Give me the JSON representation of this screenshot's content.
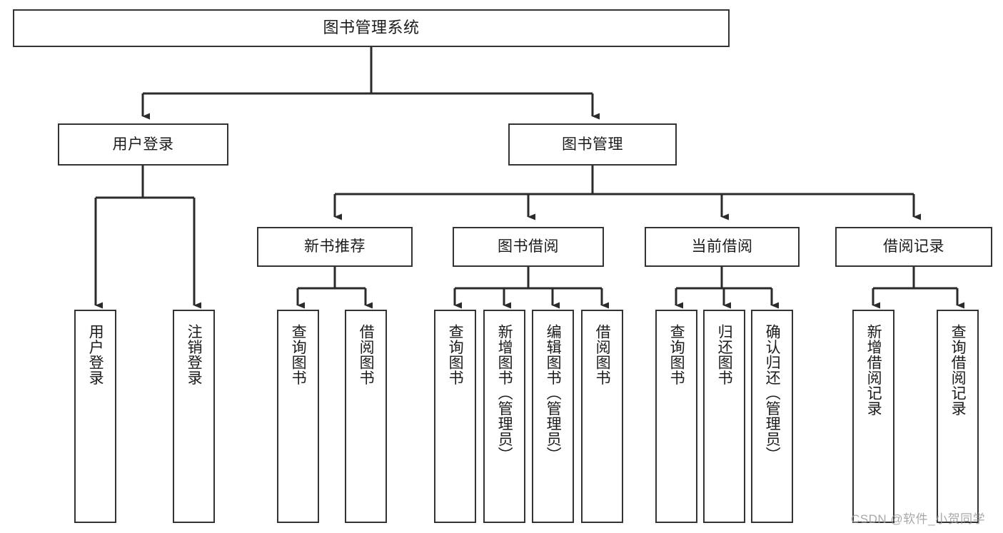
{
  "diagram": {
    "type": "tree",
    "title": "图书管理系统",
    "orientation": "top-down",
    "edge_color": "#333333",
    "node_border_color": "#333333",
    "node_fill_color": "#ffffff",
    "levels": 4,
    "nodes": {
      "root": {
        "label": "图书管理系统"
      },
      "l1": [
        {
          "label": "用户登录"
        },
        {
          "label": "图书管理"
        }
      ],
      "l2": [
        {
          "label": "新书推荐"
        },
        {
          "label": "图书借阅"
        },
        {
          "label": "当前借阅"
        },
        {
          "label": "借阅记录"
        }
      ],
      "leaves": [
        {
          "label": "用户登录",
          "parent": "用户登录"
        },
        {
          "label": "注销登录",
          "parent": "用户登录"
        },
        {
          "label": "查询图书",
          "parent": "新书推荐"
        },
        {
          "label": "借阅图书",
          "parent": "新书推荐"
        },
        {
          "label": "查询图书",
          "parent": "图书借阅"
        },
        {
          "label": "新增图书（管理员）",
          "parent": "图书借阅"
        },
        {
          "label": "编辑图书（管理员）",
          "parent": "图书借阅"
        },
        {
          "label": "借阅图书",
          "parent": "图书借阅"
        },
        {
          "label": "查询图书",
          "parent": "当前借阅"
        },
        {
          "label": "归还图书",
          "parent": "当前借阅"
        },
        {
          "label": "确认归还（管理员）",
          "parent": "当前借阅"
        },
        {
          "label": "新增借阅记录",
          "parent": "借阅记录"
        },
        {
          "label": "查询借阅记录",
          "parent": "借阅记录"
        }
      ]
    }
  },
  "watermark": {
    "text": "CSDN @软件_小贺同学"
  }
}
